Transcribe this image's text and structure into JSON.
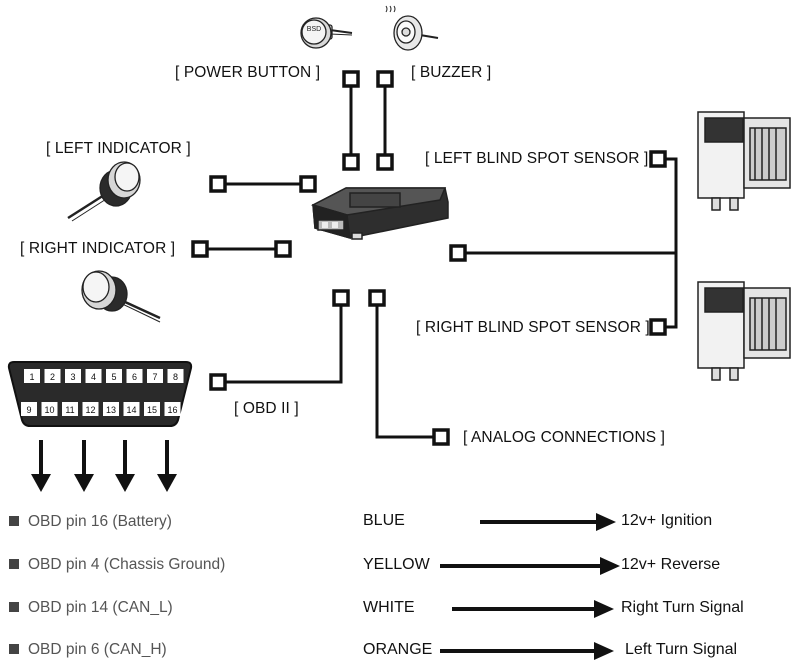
{
  "labels": {
    "power_button": "[ POWER BUTTON ]",
    "buzzer": "[ BUZZER ]",
    "left_indicator": "[ LEFT INDICATOR ]",
    "right_indicator": "[ RIGHT INDICATOR ]",
    "left_bsm": "[ LEFT BLIND SPOT SENSOR ]",
    "right_bsm": "[ RIGHT BLIND SPOT SENSOR ]",
    "obd2": "[ OBD II ]",
    "analog": "[ ANALOG CONNECTIONS ]",
    "button_text": "BSD"
  },
  "obd_pins_top": [
    "1",
    "2",
    "3",
    "4",
    "5",
    "6",
    "7",
    "8"
  ],
  "obd_pins_bottom": [
    "9",
    "10",
    "11",
    "12",
    "13",
    "14",
    "15",
    "16"
  ],
  "obd_legend": [
    "OBD pin 16 (Battery)",
    "OBD pin 4 (Chassis Ground)",
    "OBD pin 14 (CAN_L)",
    "OBD pin 6 (CAN_H)"
  ],
  "analog_wires": [
    {
      "color": "BLUE",
      "signal": "12v+ Ignition"
    },
    {
      "color": "YELLOW",
      "signal": "12v+ Reverse"
    },
    {
      "color": "WHITE",
      "signal": "Right Turn Signal"
    },
    {
      "color": "ORANGE",
      "signal": "Left Turn Signal"
    }
  ],
  "colors": {
    "line": "#111111",
    "legend_square": "#444444",
    "legend_text": "#555555"
  }
}
